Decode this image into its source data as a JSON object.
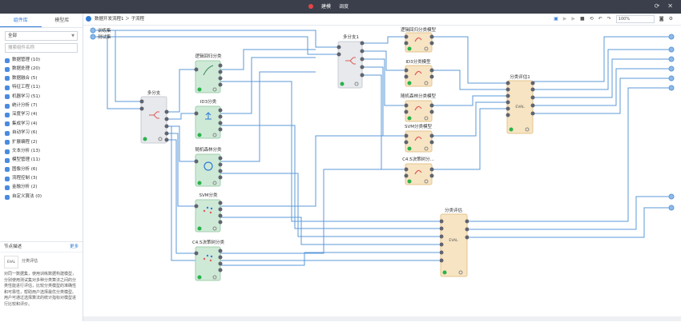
{
  "topbar": {
    "tabs": [
      "建模",
      "调度"
    ],
    "record_color": "#e64545"
  },
  "left_panel": {
    "tabs": [
      "组件库",
      "模型库"
    ],
    "select": "全部",
    "search_placeholder": "搜索组件名称",
    "categories": [
      "数据管理 (10)",
      "数据处理 (20)",
      "数据融合 (5)",
      "特征工程 (11)",
      "机器学习 (51)",
      "统计分析 (7)",
      "深度学习 (4)",
      "集成学习 (4)",
      "自动学习 (6)",
      "扩展编程 (2)",
      "文本分析 (13)",
      "模型管理 (11)",
      "图像分析 (6)",
      "流程控制 (3)",
      "金融分析 (2)",
      "自定义算法 (0)"
    ],
    "desc": {
      "title": "节点描述",
      "more": "更多",
      "eval_label": "EVAL",
      "eval_name": "分类评估",
      "text": "对同一数据集，使用训练数据构建模型，分别使用测试集对多种分类算法之间的分类性能进行评估，比较分类模型的准确性和可靠性，帮助用户选择最优分类模型。用户可通过选择算法的统计指标对模型进行比较和评价。"
    },
    "icon_color": "#4a8be0"
  },
  "breadcrumb": {
    "text": "数据开发流程1 ＞ 子流程"
  },
  "toolbar": {
    "zoom": "100%",
    "accent": "#2f7bd6"
  },
  "canvas": {
    "inputs": [
      "训练集",
      "测试集"
    ],
    "nodes": {
      "split_main": "多分支",
      "split_1": "多分支1",
      "logreg": "逻辑回归分类",
      "id3": "ID3分类",
      "rf": "随机森林分类",
      "svm": "SVM分类",
      "c45": "C4.5决策树分类",
      "logreg_model": "逻辑回归分类模型",
      "id3_model": "ID3分类模型",
      "rf_model": "随机森林分类模型",
      "svm_model": "SVM分类模型",
      "c45_model": "C4.5决策树分...",
      "eval_1": "分类评估1",
      "eval_2": "分类评估"
    },
    "eval_label": "EVAL",
    "colors": {
      "link": "#5b9ad8",
      "green": "#cfe9d7",
      "orange": "#f7e4c3",
      "gray": "#e7e9ec",
      "port": "#5f6470",
      "ok": "#2bb24c"
    }
  }
}
